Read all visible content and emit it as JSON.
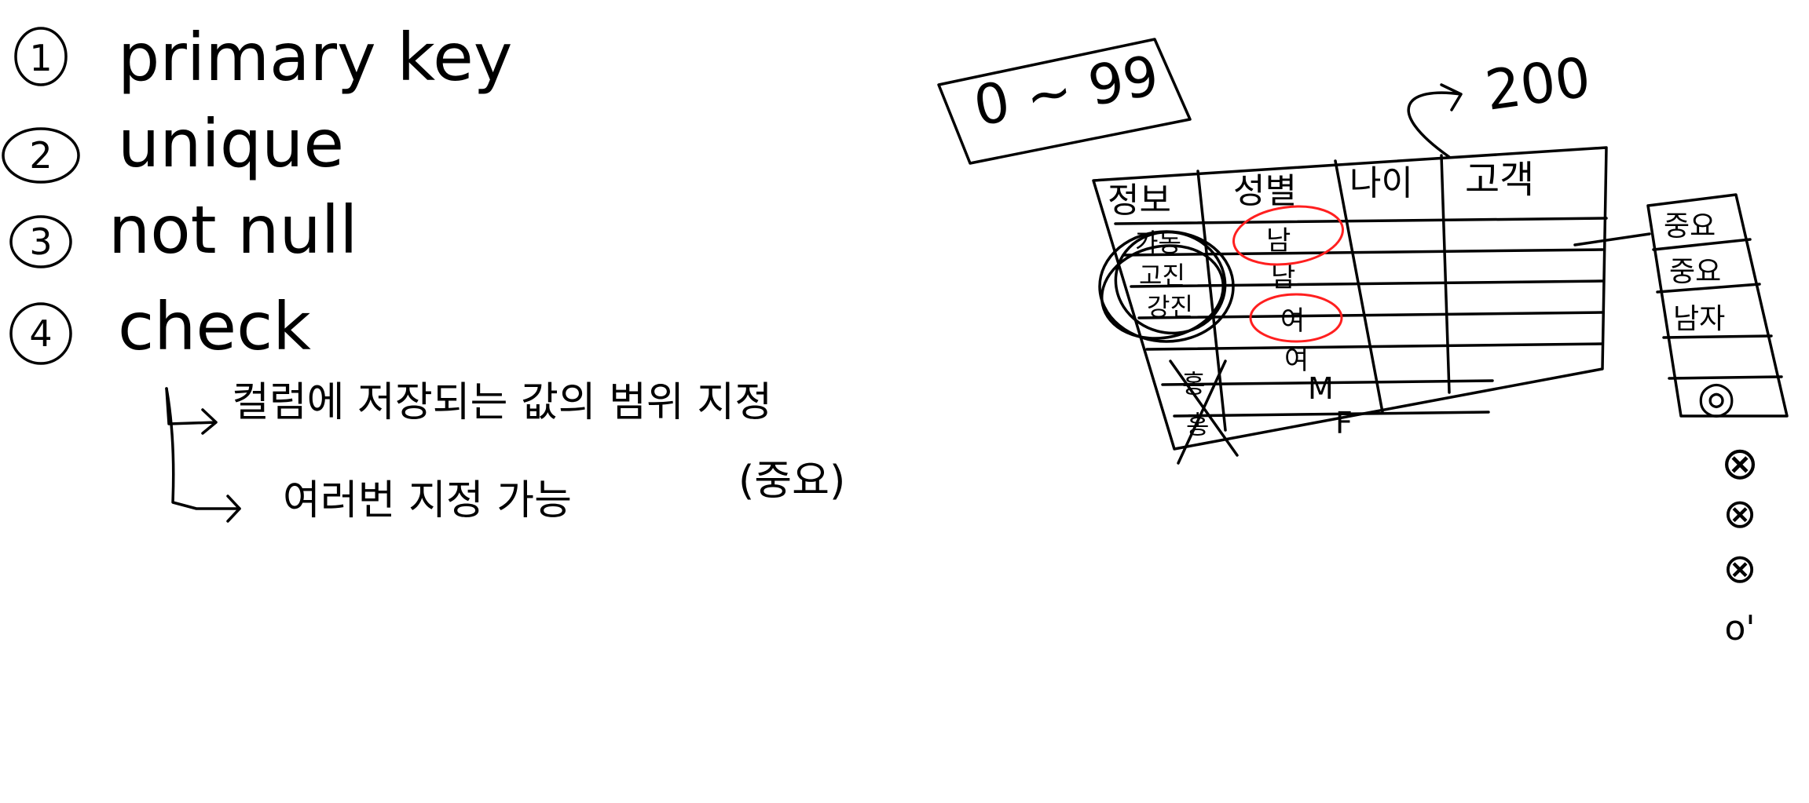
{
  "list": {
    "items": [
      {
        "num": "1",
        "label": "primary key"
      },
      {
        "num": "2",
        "label": "unique"
      },
      {
        "num": "3",
        "label": "not null"
      },
      {
        "num": "4",
        "label": "check"
      }
    ],
    "check_notes": [
      "컬럼에 저장되는 값의 범위 지정",
      "여러번 지정 가능",
      "(중요)"
    ]
  },
  "range_box": {
    "text": "0 ~ 99"
  },
  "arrow_value": "200",
  "table": {
    "headers": [
      "정보",
      "성별",
      "나이",
      "고객"
    ],
    "name_cells": [
      "가동",
      "고진",
      "강진",
      "홍",
      "홍"
    ],
    "gender_cells": [
      "남",
      "남",
      "여",
      "여",
      "M",
      "F"
    ]
  },
  "side_list": {
    "items": [
      "중요",
      "중요",
      "남자"
    ],
    "marks": [
      "◎",
      "⊗",
      "⊗",
      "⊗",
      "o'"
    ]
  }
}
